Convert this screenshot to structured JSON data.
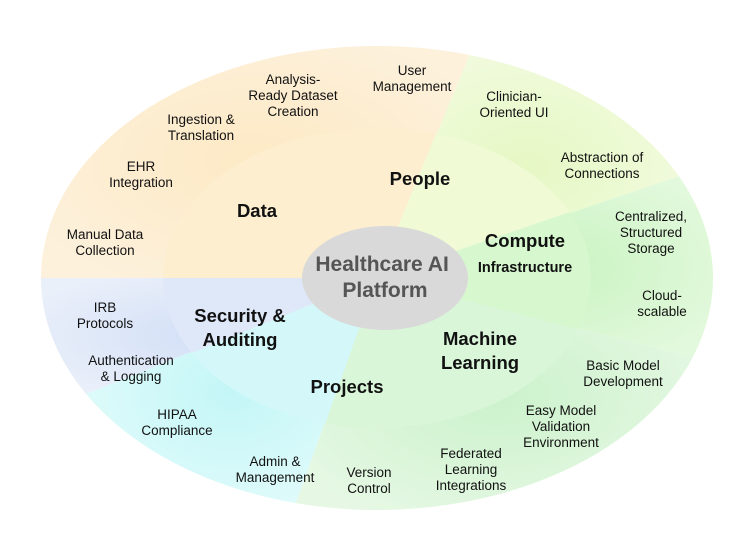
{
  "center": {
    "lines": [
      "Healthcare AI",
      "Platform"
    ]
  },
  "colors": {
    "data": "#fdeecf",
    "people": "#f0fbd6",
    "compute": "#d7f7cf",
    "ml": "#d9f6d8",
    "projects": "#d4f8f9",
    "security": "#dfe8f8",
    "center": "#d9d9d9"
  },
  "sections": [
    {
      "name": "data",
      "label_lines": [
        "Data"
      ],
      "items": [
        {
          "lines": [
            "Analysis-",
            "Ready Dataset",
            "Creation"
          ]
        },
        {
          "lines": [
            "Ingestion &",
            "Translation"
          ]
        },
        {
          "lines": [
            "EHR",
            "Integration"
          ]
        },
        {
          "lines": [
            "Manual Data",
            "Collection"
          ]
        }
      ]
    },
    {
      "name": "people",
      "label_lines": [
        "People"
      ],
      "items": [
        {
          "lines": [
            "User",
            "Management"
          ]
        },
        {
          "lines": [
            "Clinician-",
            "Oriented UI"
          ]
        }
      ]
    },
    {
      "name": "compute",
      "label_lines": [
        "Compute",
        "Infrastructure"
      ],
      "items": [
        {
          "lines": [
            "Abstraction of",
            "Connections"
          ]
        },
        {
          "lines": [
            "Centralized,",
            "Structured",
            "Storage"
          ]
        },
        {
          "lines": [
            "Cloud-",
            "scalable"
          ]
        }
      ]
    },
    {
      "name": "machine-learning",
      "label_lines": [
        "Machine",
        "Learning"
      ],
      "items": [
        {
          "lines": [
            "Basic Model",
            "Development"
          ]
        },
        {
          "lines": [
            "Easy Model",
            "Validation",
            "Environment"
          ]
        },
        {
          "lines": [
            "Federated",
            "Learning",
            "Integrations"
          ]
        }
      ]
    },
    {
      "name": "projects",
      "label_lines": [
        "Projects"
      ],
      "items": [
        {
          "lines": [
            "Admin &",
            "Management"
          ]
        },
        {
          "lines": [
            "Version",
            "Control"
          ]
        }
      ]
    },
    {
      "name": "security",
      "label_lines": [
        "Security &",
        "Auditing"
      ],
      "items": [
        {
          "lines": [
            "IRB",
            "Protocols"
          ]
        },
        {
          "lines": [
            "Authentication",
            "& Logging"
          ]
        },
        {
          "lines": [
            "HIPAA",
            "Compliance"
          ]
        }
      ]
    }
  ]
}
